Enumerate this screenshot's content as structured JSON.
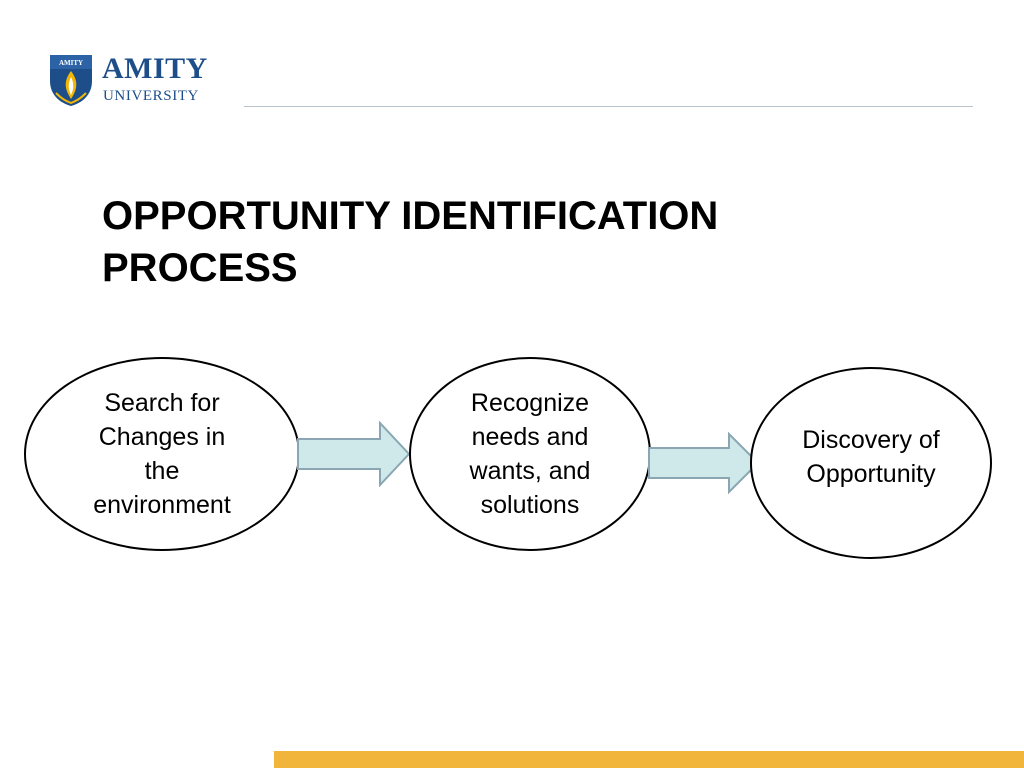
{
  "logo": {
    "name": "AMITY",
    "sub": "UNIVERSITY",
    "shield_text": "AMITY"
  },
  "title": {
    "line1": "OPPORTUNITY IDENTIFICATION",
    "line2": "PROCESS"
  },
  "process": {
    "steps": [
      {
        "label": "Search for Changes in the environment"
      },
      {
        "label": "Recognize needs and wants, and solutions"
      },
      {
        "label": "Discovery of Opportunity"
      }
    ]
  },
  "colors": {
    "arrow_fill": "#cfe8ea",
    "arrow_stroke": "#8aa6b3",
    "footer_bar": "#f0b53a",
    "logo_blue": "#1d4e89",
    "logo_gold": "#f2b705"
  }
}
